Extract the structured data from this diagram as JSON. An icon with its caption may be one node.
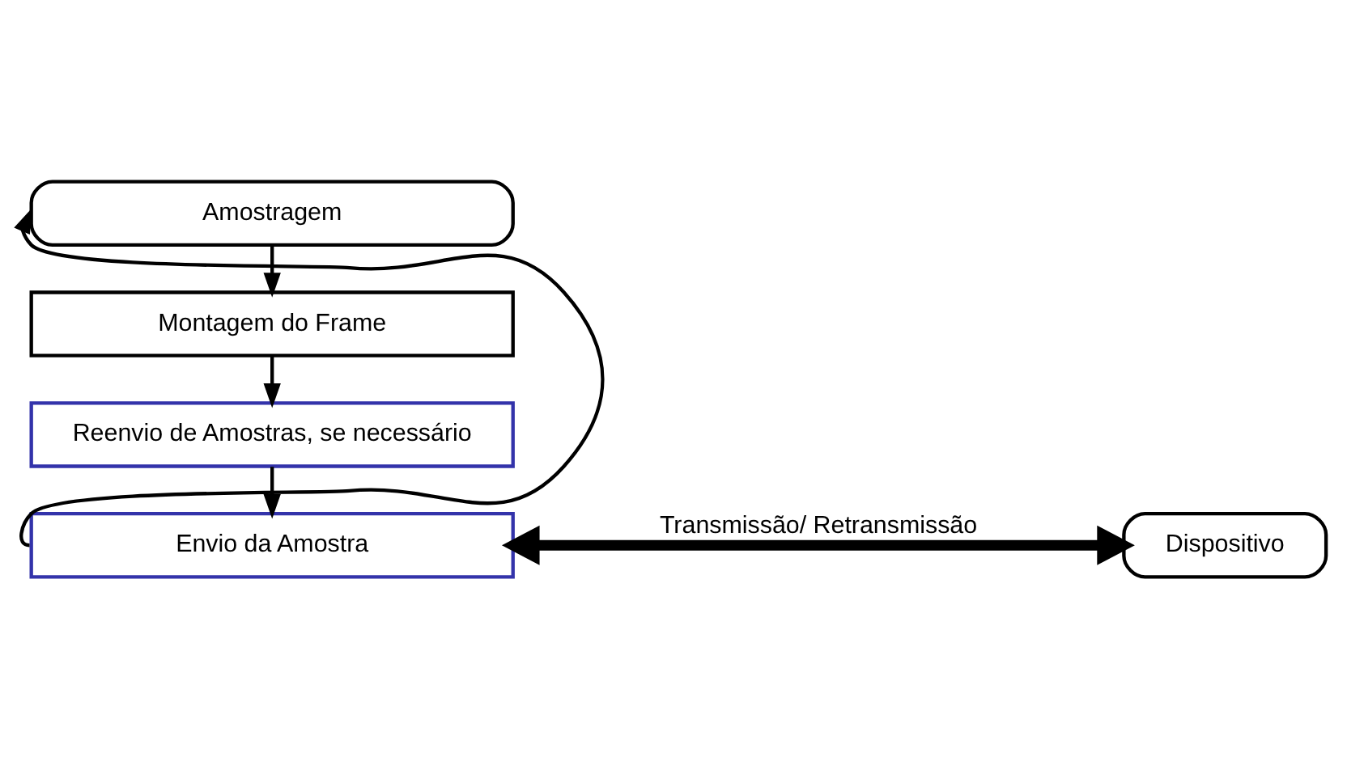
{
  "diagram": {
    "nodes": [
      {
        "text": [
          "Amostragem"
        ]
      },
      {
        "text": [
          "Montagem do Frame"
        ]
      },
      {
        "text": [
          "Reenvio de Amostras, se necessário"
        ]
      },
      {
        "text": [
          "Envio da Amostra"
        ]
      },
      {
        "text": [
          "Dispositivo"
        ]
      }
    ],
    "edges": [
      {
        "from": 0,
        "to": 1,
        "arrow": "to"
      },
      {
        "from": 1,
        "to": 2,
        "arrow": "to"
      },
      {
        "from": 2,
        "to": 3,
        "arrow": "to"
      },
      {
        "from": 3,
        "to": 0,
        "arrow": "to"
      },
      {
        "from": 3,
        "to": 4,
        "arrow": "both",
        "label": "Transmissão/ Retransmissão",
        "style": "thick"
      }
    ]
  }
}
